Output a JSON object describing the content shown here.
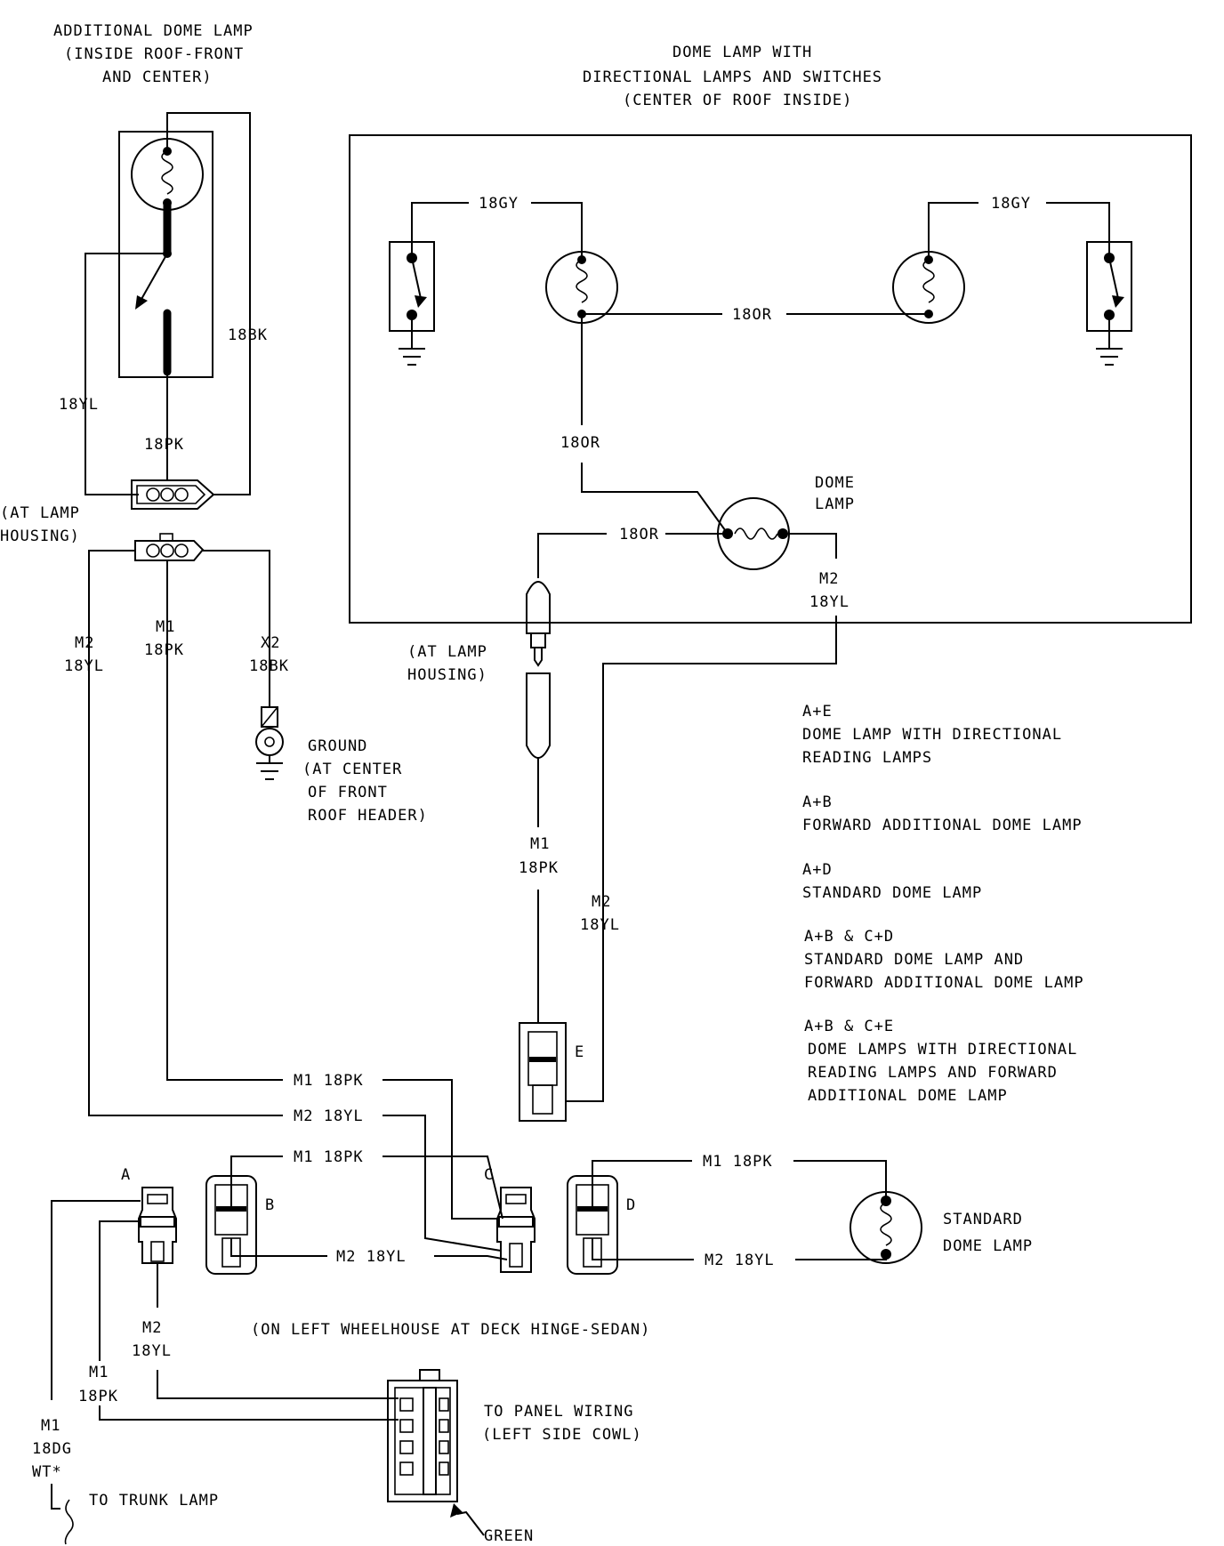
{
  "colors": {
    "line": "#000000",
    "background": "#ffffff"
  },
  "add_lamp": {
    "title": [
      "ADDITIONAL DOME LAMP",
      "(INSIDE ROOF-FRONT",
      "AND CENTER)"
    ],
    "wire_bk": "18BK",
    "wire_yl": "18YL",
    "wire_pk": "18PK",
    "housing": [
      "(AT LAMP",
      "HOUSING)"
    ]
  },
  "left_harness": {
    "m2": [
      "M2",
      "18YL"
    ],
    "m1": [
      "M1",
      "18PK"
    ],
    "x2": [
      "X2",
      "18BK"
    ],
    "ground": [
      "GROUND",
      "(AT CENTER",
      "OF FRONT",
      "ROOF HEADER)"
    ]
  },
  "dome_dir": {
    "title": [
      "DOME LAMP WITH",
      "DIRECTIONAL LAMPS AND SWITCHES",
      "(CENTER OF ROOF INSIDE)"
    ],
    "wire_gy_left": "18GY",
    "wire_gy_right": "18GY",
    "wire_or_mid": "18OR",
    "wire_or_down": "18OR",
    "wire_or_conn": "18OR",
    "dome_label": [
      "DOME",
      "LAMP"
    ],
    "m2": [
      "M2",
      "18YL"
    ],
    "housing": [
      "(AT LAMP",
      "HOUSING)"
    ]
  },
  "center_harness": {
    "m1": [
      "M1",
      "18PK"
    ],
    "m2": [
      "M2",
      "18YL"
    ],
    "conn_e": "E"
  },
  "legend": [
    {
      "code": "A+E",
      "lines": [
        "DOME LAMP WITH DIRECTIONAL",
        "READING LAMPS"
      ]
    },
    {
      "code": "A+B",
      "lines": [
        "FORWARD ADDITIONAL DOME LAMP"
      ]
    },
    {
      "code": "A+D",
      "lines": [
        "STANDARD DOME LAMP"
      ]
    },
    {
      "code": "A+B & C+D",
      "lines": [
        "STANDARD DOME LAMP AND",
        "FORWARD ADDITIONAL DOME LAMP"
      ]
    },
    {
      "code": "A+B & C+E",
      "lines": [
        "DOME LAMPS WITH DIRECTIONAL",
        "READING LAMPS AND FORWARD",
        "ADDITIONAL DOME LAMP"
      ]
    }
  ],
  "bottom": {
    "m1_pk_top": "M1 18PK",
    "m2_yl_top": "M2 18YL",
    "m1_pk_b": "M1 18PK",
    "m2_yl_b": "M2 18YL",
    "m1_pk_d": "M1 18PK",
    "m2_yl_d": "M2 18YL",
    "conn_a": "A",
    "conn_b": "B",
    "conn_c": "C",
    "conn_d": "D",
    "standard_lamp": [
      "STANDARD",
      "DOME LAMP"
    ],
    "location": "(ON LEFT WHEELHOUSE AT DECK HINGE-SEDAN)",
    "a_m2": [
      "M2",
      "18YL"
    ],
    "a_m1": [
      "M1",
      "18PK"
    ],
    "trunk_wire": [
      "M1",
      "18DG",
      "WT*"
    ],
    "trunk": "TO TRUNK LAMP",
    "panel": [
      "TO PANEL WIRING",
      "(LEFT SIDE COWL)"
    ],
    "green": "GREEN"
  }
}
